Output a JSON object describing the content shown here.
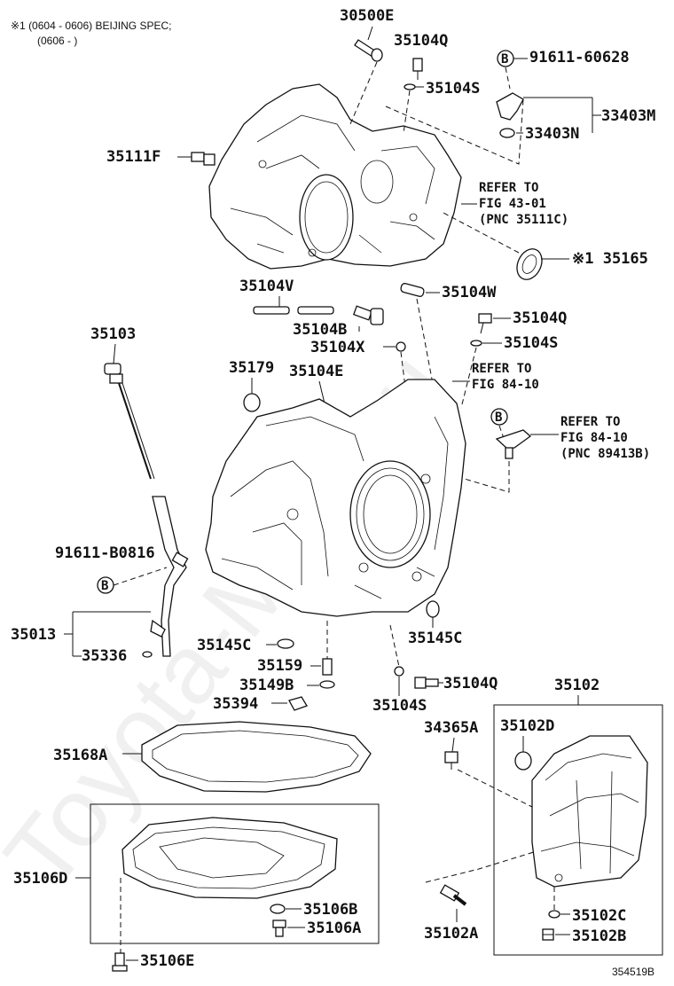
{
  "note": {
    "line1": "※1 (0604 - 0606) BEIJING SPEC;",
    "line2": "(0606 -        )"
  },
  "watermark": "Toyota-Mine.ru",
  "figure_id": "354519B",
  "labels": {
    "p30500E": "30500E",
    "p35104Q_top": "35104Q",
    "p35104S_top": "35104S",
    "p91611_60628": "91611-60628",
    "p33403M": "33403M",
    "p33403N": "33403N",
    "p35111F": "35111F",
    "ref_43_1": "REFER TO",
    "ref_43_2": "FIG 43-01",
    "ref_43_3": "(PNC 35111C)",
    "p35165": "※1 35165",
    "p35104V": "35104V",
    "p35104W": "35104W",
    "p35104Q_mid": "35104Q",
    "p35104B": "35104B",
    "p35104X": "35104X",
    "p35104S_mid": "35104S",
    "p35103": "35103",
    "ref_84_1": "REFER TO",
    "ref_84_2": "FIG 84-10",
    "p35179": "35179",
    "p35104E": "35104E",
    "ref_89_1": "REFER TO",
    "ref_89_2": "FIG 84-10",
    "ref_89_3": "(PNC 89413B)",
    "p91611_B0816": "91611-B0816",
    "p35013": "35013",
    "p35336": "35336",
    "p35145C_left": "35145C",
    "p35145C_right": "35145C",
    "p35159": "35159",
    "p35149B": "35149B",
    "p35394": "35394",
    "p35104S_bot": "35104S",
    "p35104Q_bot": "35104Q",
    "p35102": "35102",
    "p34365A": "34365A",
    "p35102D": "35102D",
    "p35168A": "35168A",
    "p35106D": "35106D",
    "p35106B": "35106B",
    "p35106A": "35106A",
    "p35106E": "35106E",
    "p35102A": "35102A",
    "p35102C": "35102C",
    "p35102B": "35102B"
  },
  "callout_letter": "B"
}
